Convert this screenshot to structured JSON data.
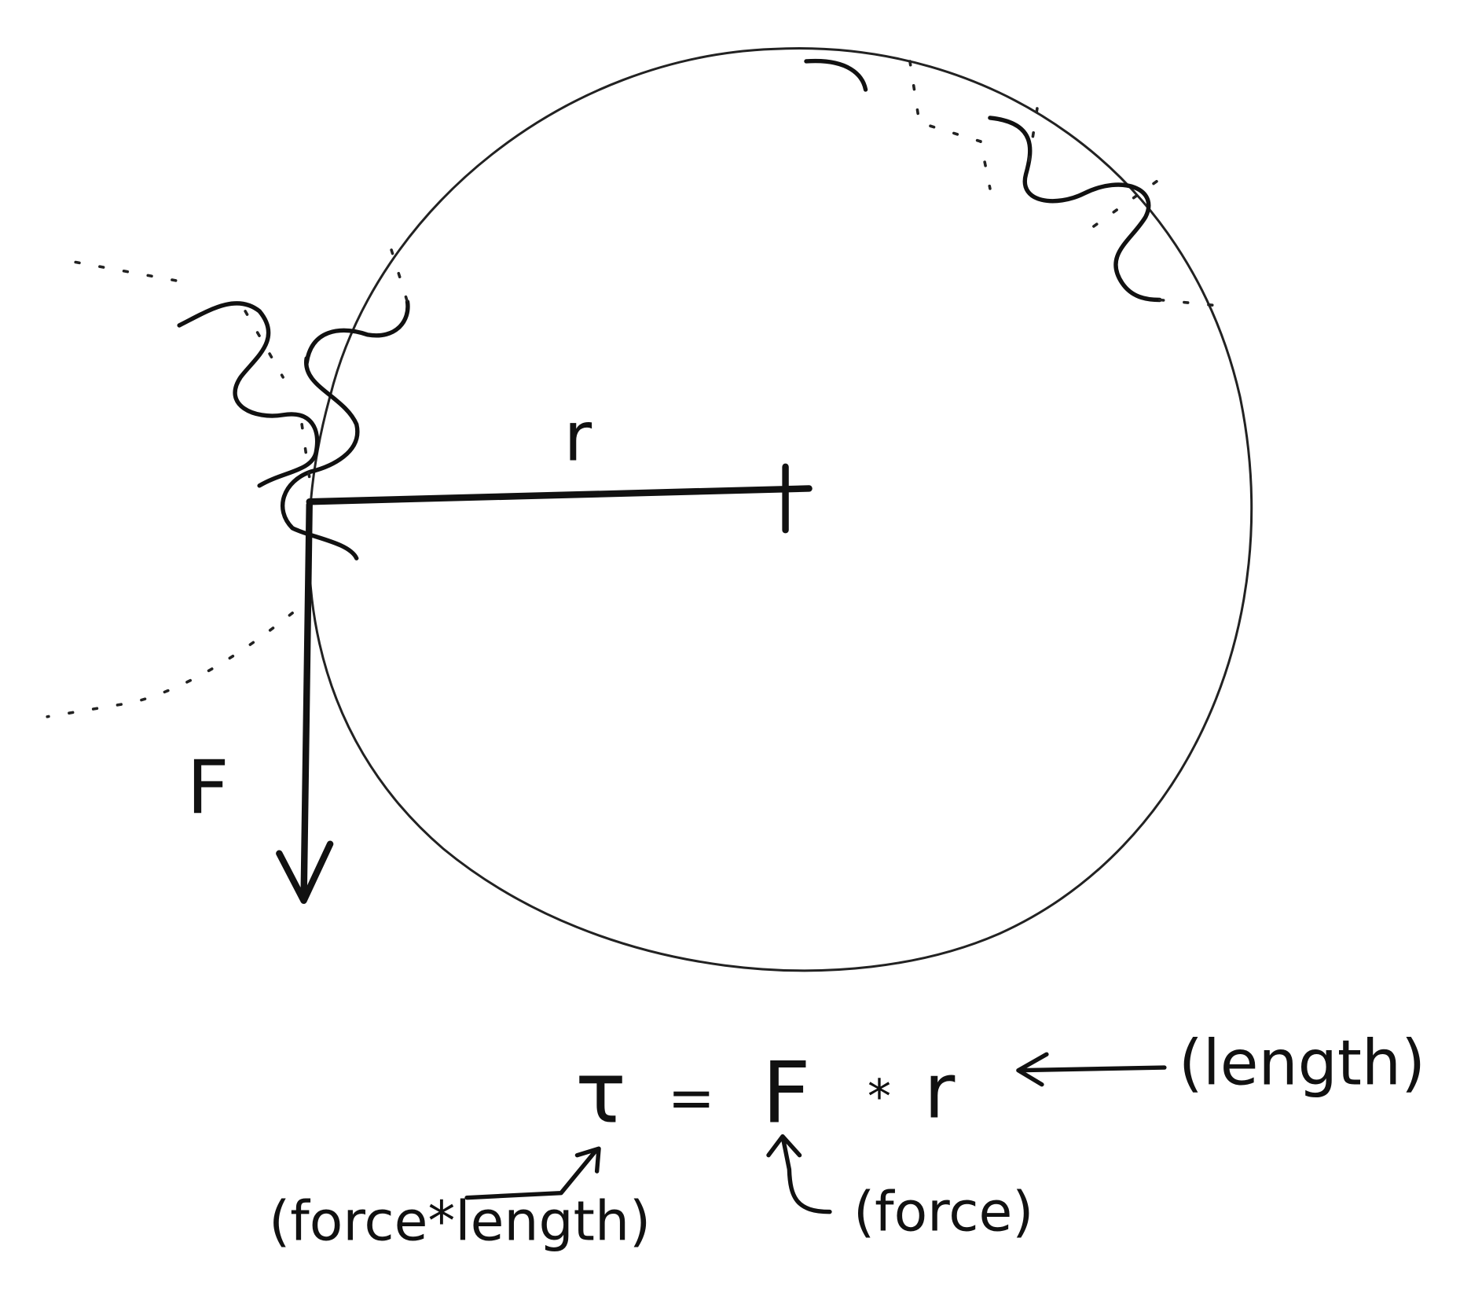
{
  "diagram": {
    "radius_label": "r",
    "force_label": "F",
    "equation": {
      "torque": "τ",
      "equals": "=",
      "force": "F",
      "times": "*",
      "radius": "r"
    },
    "annotations": {
      "length": "(length)",
      "force": "(force)",
      "torque_units": "(force*length)"
    },
    "colors": {
      "ink": "#111111",
      "paper": "#ffffff"
    }
  }
}
